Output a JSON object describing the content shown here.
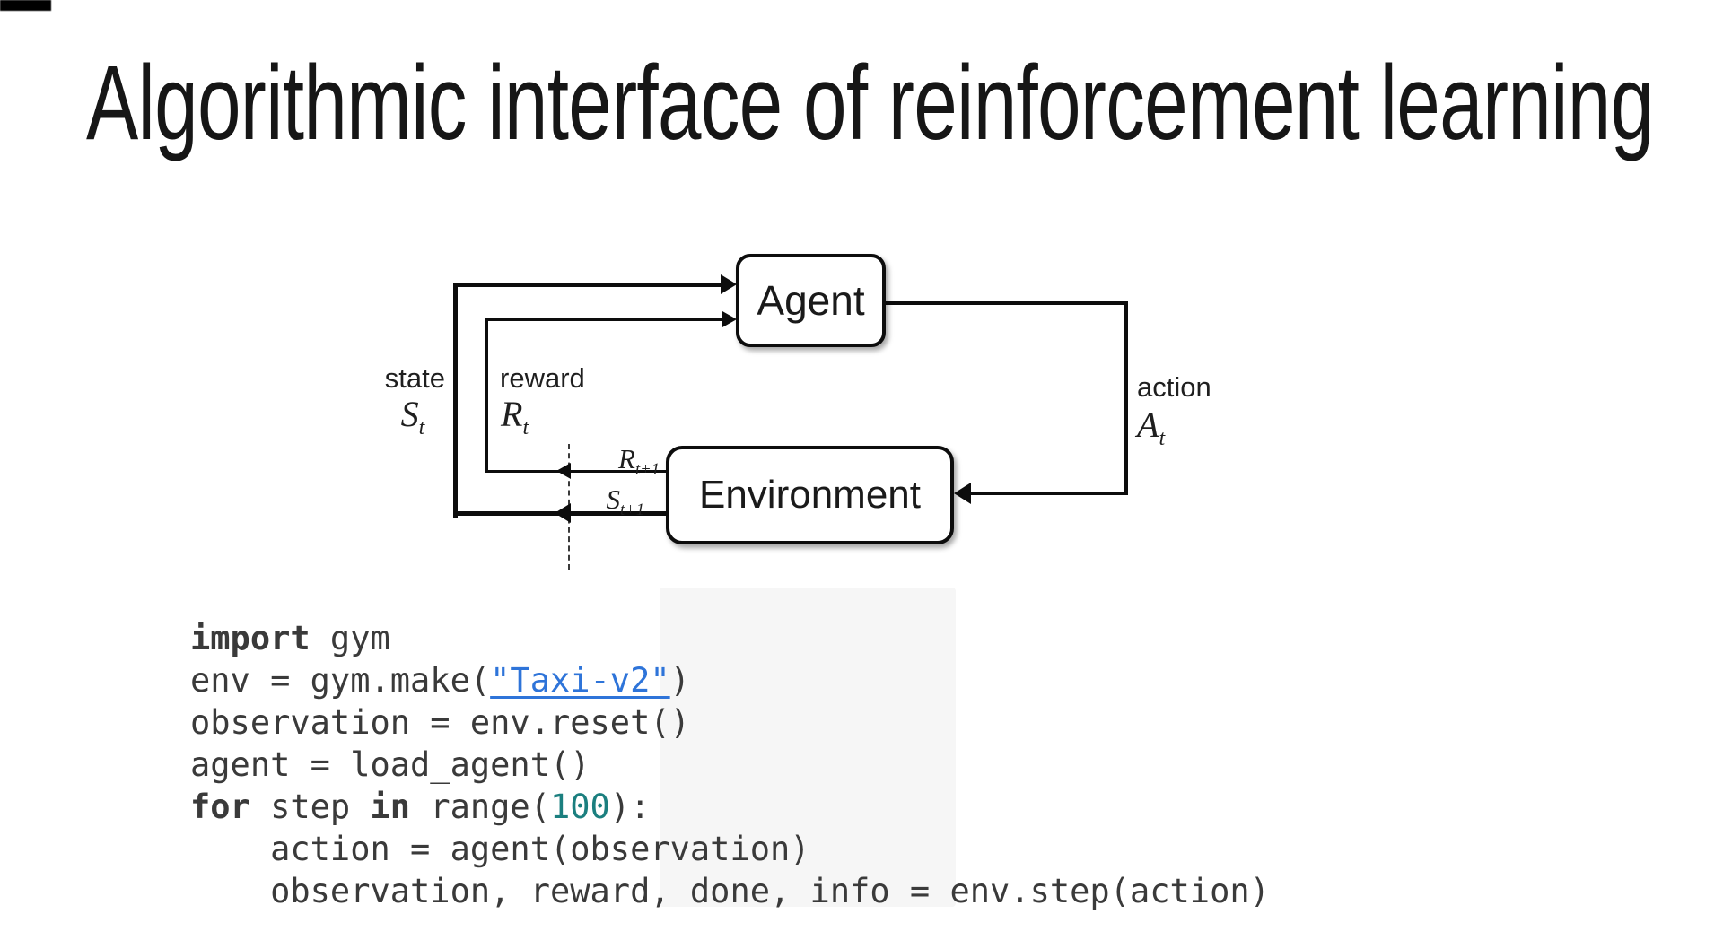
{
  "slide": {
    "title": "Algorithmic interface of reinforcement learning"
  },
  "diagram": {
    "agent_label": "Agent",
    "environment_label": "Environment",
    "state_label": "state",
    "state_symbol": "S",
    "state_sub": "t",
    "reward_label": "reward",
    "reward_symbol": "R",
    "reward_sub": "t",
    "action_label": "action",
    "action_symbol": "A",
    "action_sub": "t",
    "next_reward_symbol": "R",
    "next_reward_sub": "t+1",
    "next_state_symbol": "S",
    "next_state_sub": "t+1"
  },
  "code": {
    "lines": [
      {
        "tokens": [
          {
            "t": "import",
            "s": "kw"
          },
          {
            "t": " gym",
            "s": "plain"
          }
        ]
      },
      {
        "tokens": [
          {
            "t": "env = gym.make(",
            "s": "plain"
          },
          {
            "t": "\"Taxi-v2\"",
            "s": "link"
          },
          {
            "t": ")",
            "s": "plain"
          }
        ]
      },
      {
        "tokens": [
          {
            "t": "observation = env.reset()",
            "s": "plain"
          }
        ]
      },
      {
        "tokens": [
          {
            "t": "agent = load_agent()",
            "s": "plain"
          }
        ]
      },
      {
        "tokens": [
          {
            "t": "for",
            "s": "kw"
          },
          {
            "t": " step ",
            "s": "plain"
          },
          {
            "t": "in",
            "s": "kw"
          },
          {
            "t": " range(",
            "s": "plain"
          },
          {
            "t": "100",
            "s": "num"
          },
          {
            "t": "):",
            "s": "plain"
          }
        ]
      },
      {
        "tokens": [
          {
            "t": "    action = agent(observation)",
            "s": "plain"
          }
        ]
      },
      {
        "tokens": [
          {
            "t": "    observation, reward, done, info = env.step(action)",
            "s": "plain"
          }
        ]
      }
    ]
  },
  "colors": {
    "link_blue": "#2e74d9",
    "number_teal": "#1b7f7f",
    "code_text": "#3a3a3a",
    "diagram_ink": "#0d0d0d"
  }
}
